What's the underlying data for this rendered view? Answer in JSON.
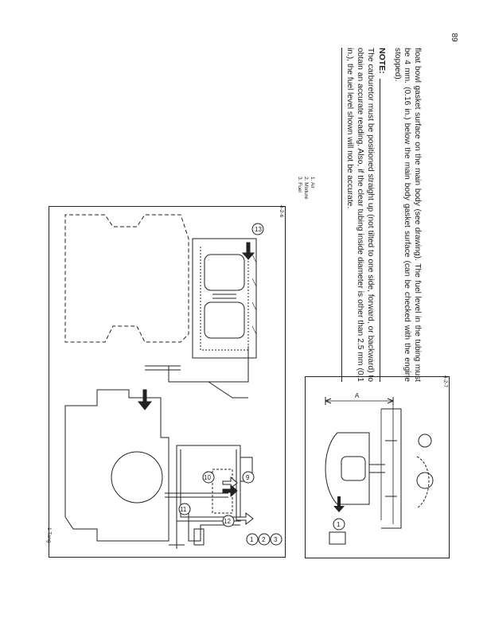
{
  "page": {
    "number": "89"
  },
  "body_text": {
    "paragraph": "float bowl gasket surface on the main body (see drawing). The fuel level in the tubing must be 4 mm. (0.16 in.) below the main body gasket surface (can be checked with the engine stopped).",
    "note_heading": "NOTE:",
    "note_text": "The carburetor must be positioned straight up (not tilted to one side, forward, or backward) to obtain an accurate reading. Also, if the clear tubing inside diameter is other than 2.5 mm (0.1 in.), the fuel level shown will not be accurate."
  },
  "legend": {
    "items": [
      "1. Air",
      "2. Mixture",
      "3. Fuel"
    ]
  },
  "figure_426": {
    "label": "4-2-6",
    "callouts": [
      "1",
      "2",
      "3",
      "9",
      "10",
      "11",
      "12",
      "13"
    ]
  },
  "figure_427": {
    "label": "4-2-7",
    "callouts": [
      "1",
      "A"
    ],
    "caption": "1 Tang"
  }
}
